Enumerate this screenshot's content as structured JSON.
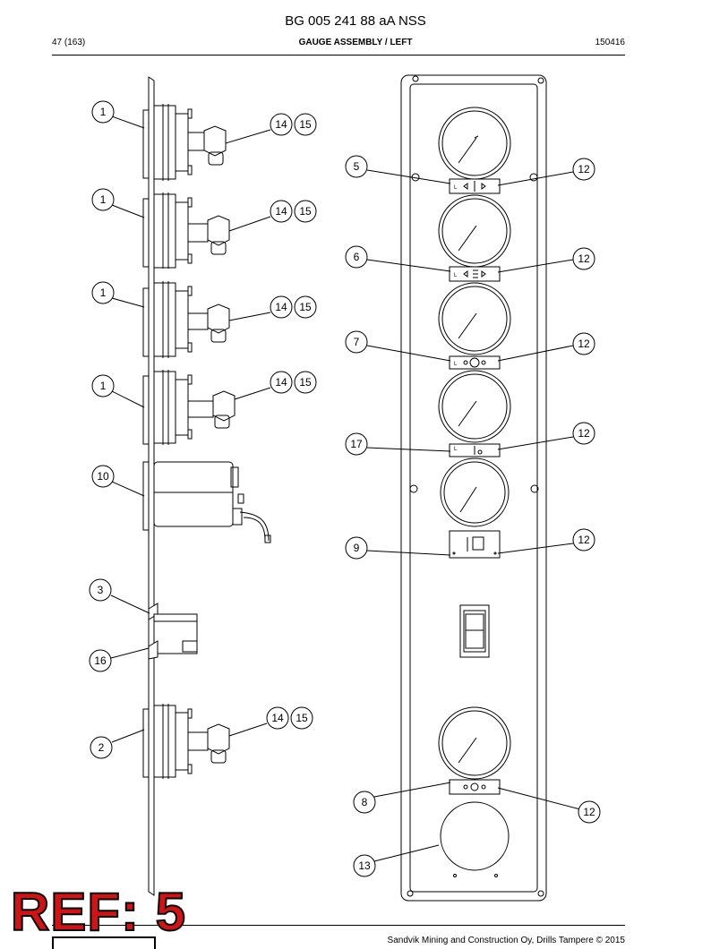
{
  "header": {
    "doc_code": "BG 005 241 88 aA NSS",
    "page": "47 (163)",
    "section": "GAUGE ASSEMBLY / LEFT",
    "date_code": "150416"
  },
  "footer": {
    "copyright": "Sandvik Mining and Construction Oy, Drills Tampere © 2015"
  },
  "stamp": {
    "text": "REF: 5"
  },
  "callouts": {
    "c1a": "1",
    "c1b": "1",
    "c1c": "1",
    "c1d": "1",
    "c14a": "14",
    "c15a": "15",
    "c14b": "14",
    "c15b": "15",
    "c14c": "14",
    "c15c": "15",
    "c14d": "14",
    "c15d": "15",
    "c14e": "14",
    "c15e": "15",
    "c10": "10",
    "c3": "3",
    "c16": "16",
    "c2": "2",
    "c5": "5",
    "c6": "6",
    "c7": "7",
    "c17": "17",
    "c9": "9",
    "c8": "8",
    "c13": "13",
    "c12a": "12",
    "c12b": "12",
    "c12c": "12",
    "c12d": "12",
    "c12e": "12",
    "c12f": "12"
  },
  "plate_labels": {
    "l1": "L",
    "l2": "L",
    "l3": "L",
    "l4": "L"
  },
  "colors": {
    "stamp_red": "#d11313",
    "line": "#000000"
  }
}
